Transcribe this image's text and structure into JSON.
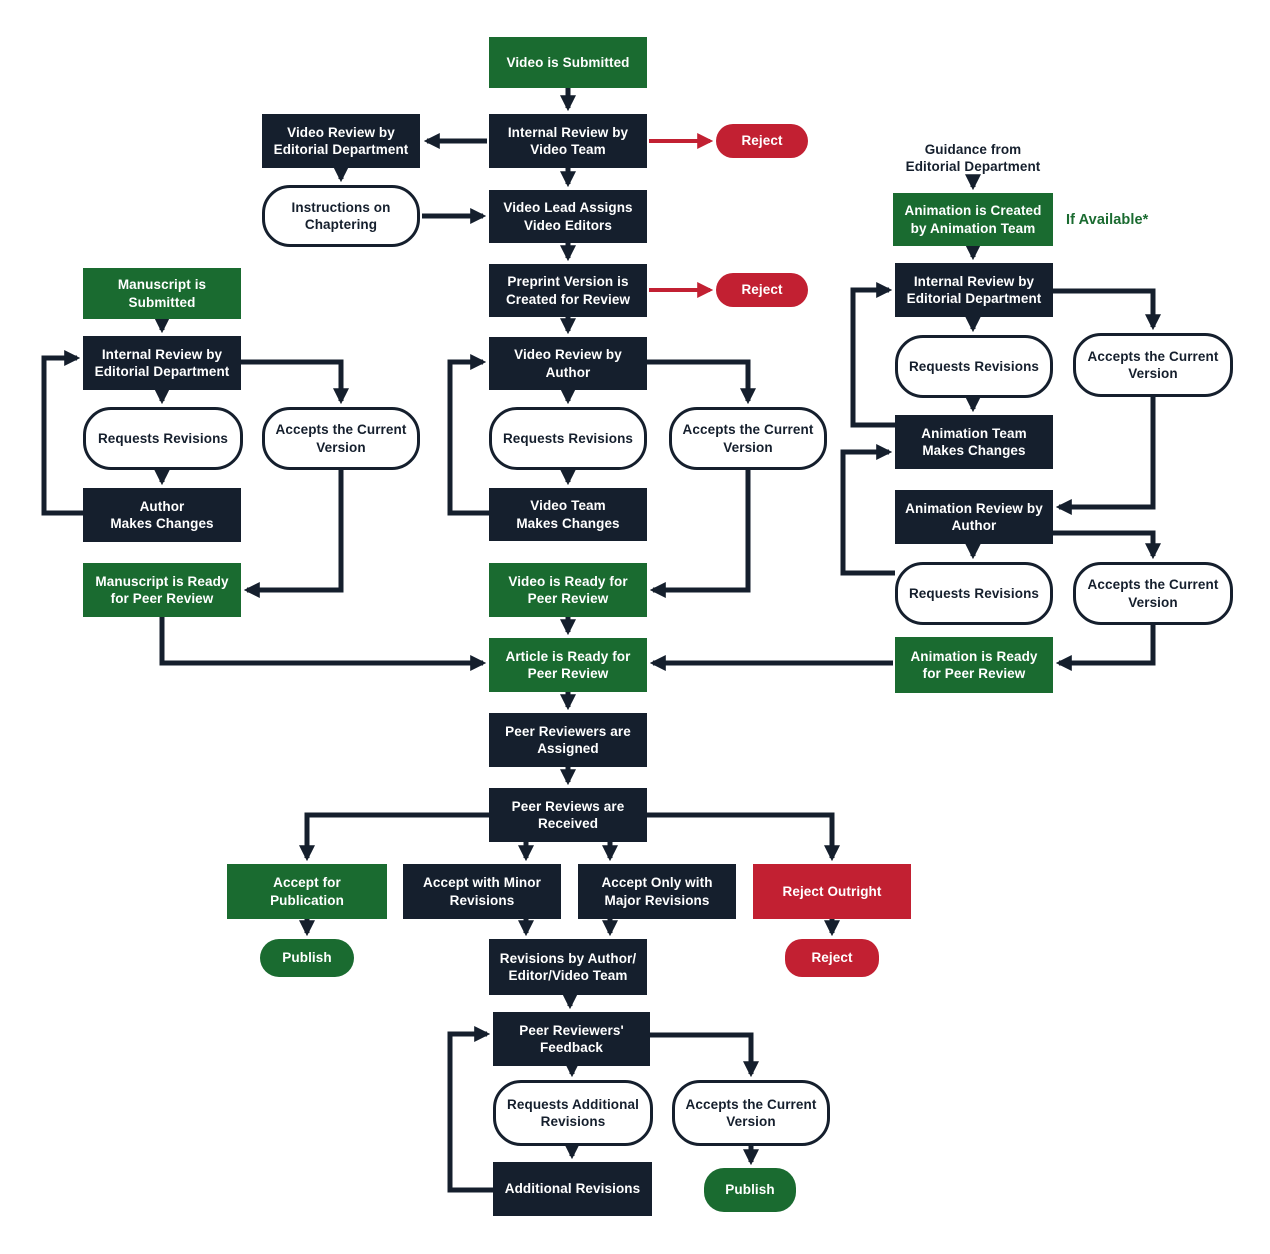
{
  "colors": {
    "dark": "#151f2d",
    "green": "#1a6b30",
    "red": "#c22032",
    "background": "#ffffff"
  },
  "nodes": {
    "video_submitted": {
      "label": "Video is Submitted"
    },
    "video_review_editorial": {
      "label": "Video Review by\nEditorial Department"
    },
    "internal_review_video_team": {
      "label": "Internal Review by\nVideo Team"
    },
    "reject_video": {
      "label": "Reject"
    },
    "instructions_chaptering": {
      "label": "Instructions on\nChaptering"
    },
    "video_lead_assigns": {
      "label": "Video Lead Assigns\nVideo Editors"
    },
    "preprint_version": {
      "label": "Preprint Version is\nCreated for Review"
    },
    "reject_preprint": {
      "label": "Reject"
    },
    "guidance_editorial": {
      "label": "Guidance from\nEditorial Department"
    },
    "animation_created": {
      "label": "Animation is Created\nby Animation Team"
    },
    "if_available_note": {
      "label": "If Available*"
    },
    "internal_review_animation": {
      "label": "Internal Review by\nEditorial Department"
    },
    "requests_revisions_animation1": {
      "label": "Requests Revisions"
    },
    "accepts_current_animation1": {
      "label": "Accepts the Current\nVersion"
    },
    "animation_team_changes": {
      "label": "Animation Team\nMakes Changes"
    },
    "animation_review_author": {
      "label": "Animation Review by\nAuthor"
    },
    "requests_revisions_animation2": {
      "label": "Requests Revisions"
    },
    "accepts_current_animation2": {
      "label": "Accepts the Current\nVersion"
    },
    "animation_ready": {
      "label": "Animation is Ready\nfor Peer Review"
    },
    "manuscript_submitted": {
      "label": "Manuscript is\nSubmitted"
    },
    "internal_review_manuscript": {
      "label": "Internal Review by\nEditorial Department"
    },
    "requests_revisions_manuscript": {
      "label": "Requests Revisions"
    },
    "accepts_current_manuscript": {
      "label": "Accepts the Current\nVersion"
    },
    "author_makes_changes": {
      "label": "Author\nMakes Changes"
    },
    "manuscript_ready": {
      "label": "Manuscript is Ready\nfor Peer Review"
    },
    "video_review_author": {
      "label": "Video Review by\nAuthor"
    },
    "requests_revisions_video": {
      "label": "Requests Revisions"
    },
    "accepts_current_video": {
      "label": "Accepts the Current\nVersion"
    },
    "video_team_makes_changes": {
      "label": "Video Team\nMakes Changes"
    },
    "video_ready": {
      "label": "Video is Ready for\nPeer Review"
    },
    "article_ready": {
      "label": "Article is Ready for\nPeer Review"
    },
    "peer_reviewers_assigned": {
      "label": "Peer Reviewers are\nAssigned"
    },
    "peer_reviews_received": {
      "label": "Peer Reviews are\nReceived"
    },
    "accept_publication": {
      "label": "Accept for\nPublication"
    },
    "accept_minor": {
      "label": "Accept with Minor\nRevisions"
    },
    "accept_major": {
      "label": "Accept Only with\nMajor Revisions"
    },
    "reject_outright": {
      "label": "Reject Outright"
    },
    "publish_mid": {
      "label": "Publish"
    },
    "revisions_by_team": {
      "label": "Revisions by Author/\nEditor/Video Team"
    },
    "reject_final": {
      "label": "Reject"
    },
    "peer_feedback": {
      "label": "Peer Reviewers'\nFeedback"
    },
    "requests_additional": {
      "label": "Requests Additional\nRevisions"
    },
    "accepts_current_final": {
      "label": "Accepts the Current\nVersion"
    },
    "additional_revisions": {
      "label": "Additional Revisions"
    },
    "publish_final": {
      "label": "Publish"
    }
  },
  "edges": [
    {
      "from": "video_submitted",
      "to": "internal_review_video_team"
    },
    {
      "from": "internal_review_video_team",
      "to": "video_review_editorial"
    },
    {
      "from": "internal_review_video_team",
      "to": "reject_video",
      "color": "red"
    },
    {
      "from": "video_review_editorial",
      "to": "instructions_chaptering"
    },
    {
      "from": "instructions_chaptering",
      "to": "video_lead_assigns"
    },
    {
      "from": "internal_review_video_team",
      "to": "video_lead_assigns"
    },
    {
      "from": "video_lead_assigns",
      "to": "preprint_version"
    },
    {
      "from": "preprint_version",
      "to": "reject_preprint",
      "color": "red"
    },
    {
      "from": "preprint_version",
      "to": "video_review_author"
    },
    {
      "from": "guidance_editorial",
      "to": "animation_created"
    },
    {
      "from": "animation_created",
      "to": "internal_review_animation"
    },
    {
      "from": "internal_review_animation",
      "to": "requests_revisions_animation1"
    },
    {
      "from": "requests_revisions_animation1",
      "to": "animation_team_changes"
    },
    {
      "from": "animation_team_changes",
      "to": "internal_review_animation"
    },
    {
      "from": "internal_review_animation",
      "to": "accepts_current_animation1"
    },
    {
      "from": "accepts_current_animation1",
      "to": "animation_review_author"
    },
    {
      "from": "animation_review_author",
      "to": "requests_revisions_animation2"
    },
    {
      "from": "requests_revisions_animation2",
      "to": "animation_team_changes"
    },
    {
      "from": "animation_review_author",
      "to": "accepts_current_animation2"
    },
    {
      "from": "accepts_current_animation2",
      "to": "animation_ready"
    },
    {
      "from": "animation_ready",
      "to": "article_ready"
    },
    {
      "from": "manuscript_submitted",
      "to": "internal_review_manuscript"
    },
    {
      "from": "internal_review_manuscript",
      "to": "requests_revisions_manuscript"
    },
    {
      "from": "requests_revisions_manuscript",
      "to": "author_makes_changes"
    },
    {
      "from": "author_makes_changes",
      "to": "internal_review_manuscript"
    },
    {
      "from": "internal_review_manuscript",
      "to": "accepts_current_manuscript"
    },
    {
      "from": "accepts_current_manuscript",
      "to": "manuscript_ready"
    },
    {
      "from": "manuscript_ready",
      "to": "article_ready"
    },
    {
      "from": "video_review_author",
      "to": "requests_revisions_video"
    },
    {
      "from": "requests_revisions_video",
      "to": "video_team_makes_changes"
    },
    {
      "from": "video_team_makes_changes",
      "to": "video_review_author"
    },
    {
      "from": "video_review_author",
      "to": "accepts_current_video"
    },
    {
      "from": "accepts_current_video",
      "to": "video_ready"
    },
    {
      "from": "video_ready",
      "to": "article_ready"
    },
    {
      "from": "article_ready",
      "to": "peer_reviewers_assigned"
    },
    {
      "from": "peer_reviewers_assigned",
      "to": "peer_reviews_received"
    },
    {
      "from": "peer_reviews_received",
      "to": "accept_publication"
    },
    {
      "from": "peer_reviews_received",
      "to": "accept_minor"
    },
    {
      "from": "peer_reviews_received",
      "to": "accept_major"
    },
    {
      "from": "peer_reviews_received",
      "to": "reject_outright"
    },
    {
      "from": "accept_publication",
      "to": "publish_mid"
    },
    {
      "from": "accept_minor",
      "to": "revisions_by_team"
    },
    {
      "from": "accept_major",
      "to": "revisions_by_team"
    },
    {
      "from": "reject_outright",
      "to": "reject_final"
    },
    {
      "from": "revisions_by_team",
      "to": "peer_feedback"
    },
    {
      "from": "peer_feedback",
      "to": "requests_additional"
    },
    {
      "from": "requests_additional",
      "to": "additional_revisions"
    },
    {
      "from": "additional_revisions",
      "to": "peer_feedback"
    },
    {
      "from": "peer_feedback",
      "to": "accepts_current_final"
    },
    {
      "from": "accepts_current_final",
      "to": "publish_final"
    }
  ]
}
